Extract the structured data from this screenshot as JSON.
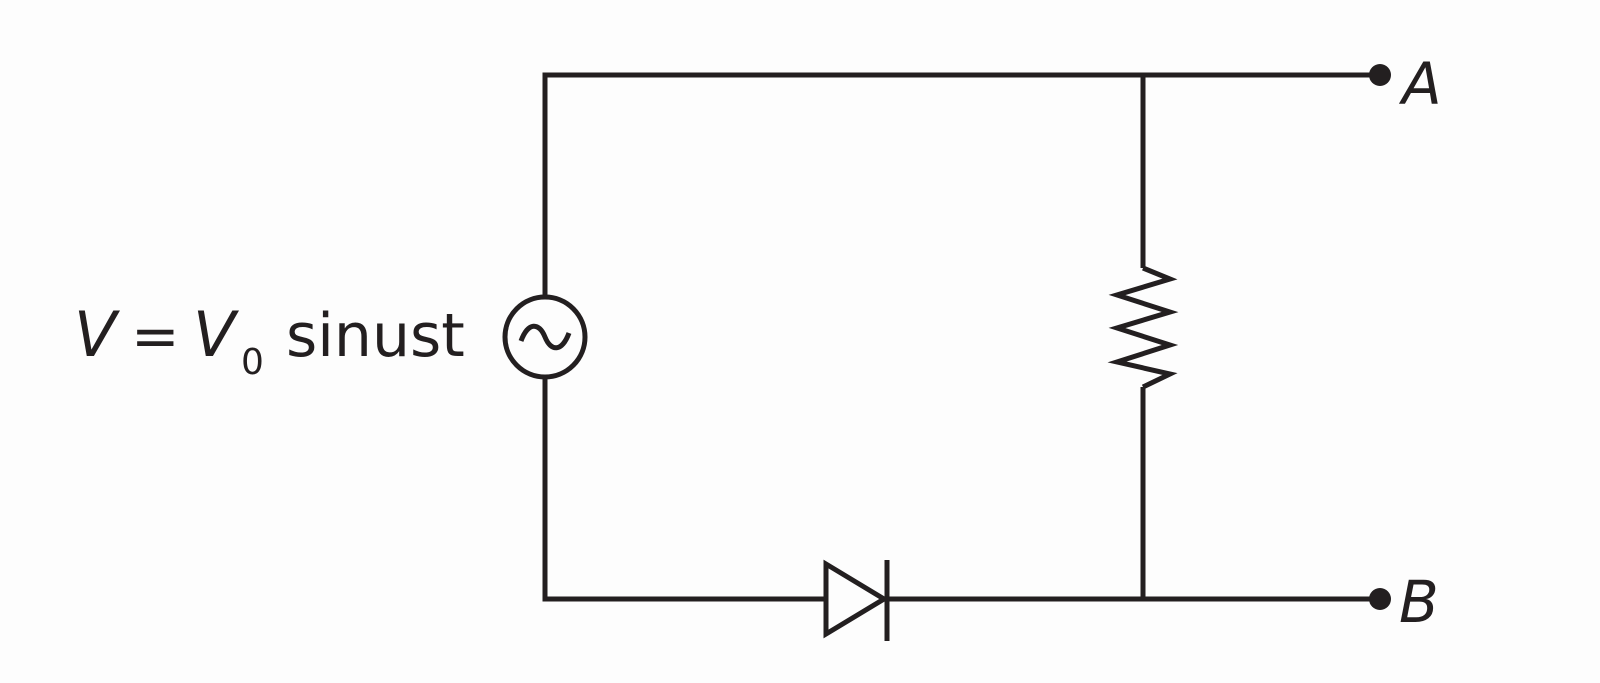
{
  "diagram": {
    "source_label": {
      "v": "V",
      "equals": "=",
      "v0_base": "V",
      "v0_sub": "0",
      "func": "sinust"
    },
    "terminals": {
      "a": "A",
      "b": "B"
    },
    "colors": {
      "ink": "#231f20",
      "background": "#fdfdfd"
    },
    "components": [
      "ac-source",
      "resistor",
      "diode"
    ]
  }
}
